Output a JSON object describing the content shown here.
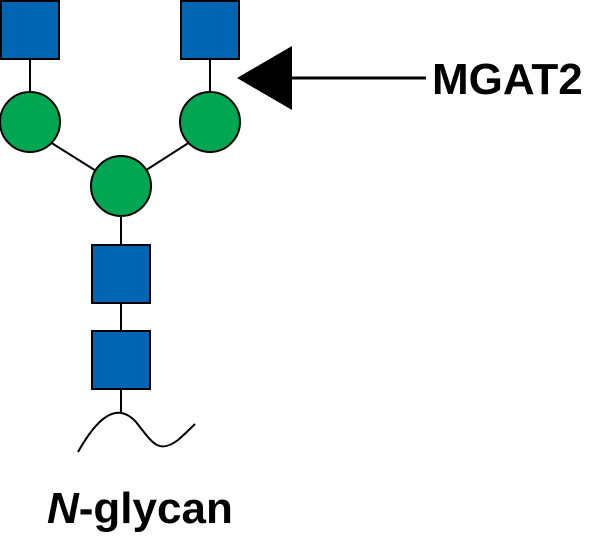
{
  "labels": {
    "enzyme": "MGAT2",
    "structure_prefix": "N",
    "structure_suffix": "-glycan"
  },
  "symbols": {
    "glcnac": {
      "shape": "square",
      "color": "#0066b3"
    },
    "mannose": {
      "shape": "circle",
      "color": "#00a651"
    }
  },
  "colors": {
    "line": "#000000"
  }
}
